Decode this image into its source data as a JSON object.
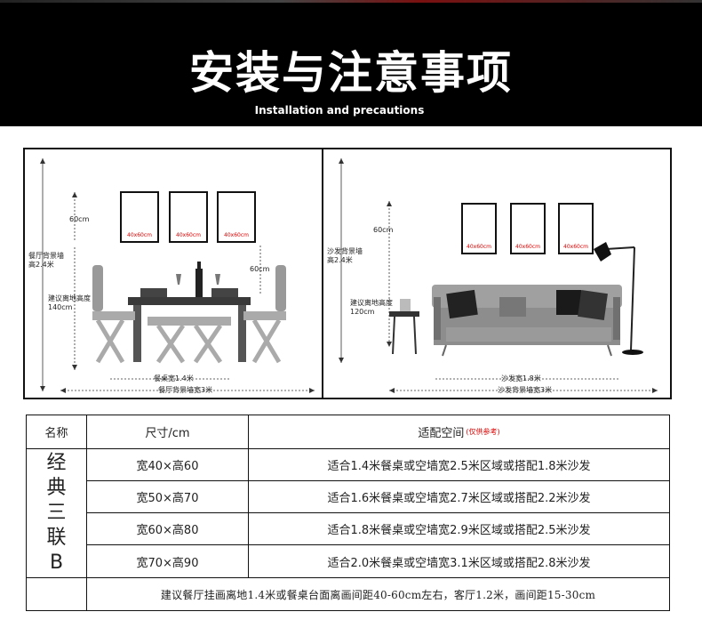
{
  "header": {
    "title": "安装与注意事项",
    "subtitle": "Installation and precautions"
  },
  "dining": {
    "wall_label": "餐厅背景墙\n高2.4米",
    "height_label": "建议离地高度\n140cm",
    "gap_label": "60cm",
    "table_gap_label": "60cm",
    "table_width_label": "餐桌宽1.4米",
    "wall_width_label": "餐厅背景墙宽3米",
    "frame_label": "40x60cm"
  },
  "living": {
    "wall_label": "沙发背景墙\n高2.4米",
    "height_label": "建议离地高度\n120cm",
    "gap_label": "60cm",
    "sofa_width_label": "沙发宽1.8米",
    "wall_width_label": "沙发背景墙宽3米",
    "frame_label": "40x60cm"
  },
  "table": {
    "headers": {
      "name": "名称",
      "size": "尺寸/cm",
      "space": "适配空间",
      "space_note": "(仅供参考)"
    },
    "product_name": "经\n典\n三\n联\nB",
    "rows": [
      {
        "size": "宽40×高60",
        "space": "适合1.4米餐桌或空墙宽2.5米区域或搭配1.8米沙发"
      },
      {
        "size": "宽50×高70",
        "space": "适合1.6米餐桌或空墙宽2.7米区域或搭配2.2米沙发"
      },
      {
        "size": "宽60×高80",
        "space": "适合1.8米餐桌或空墙宽2.9米区域或搭配2.5米沙发"
      },
      {
        "size": "宽70×高90",
        "space": "适合2.0米餐桌或空墙宽3.1米区域或搭配2.8米沙发"
      }
    ],
    "footer": "建议餐厅挂画离地1.4米或餐桌台面离画间距40-60cm左右，客厅1.2米，画间距15-30cm"
  }
}
